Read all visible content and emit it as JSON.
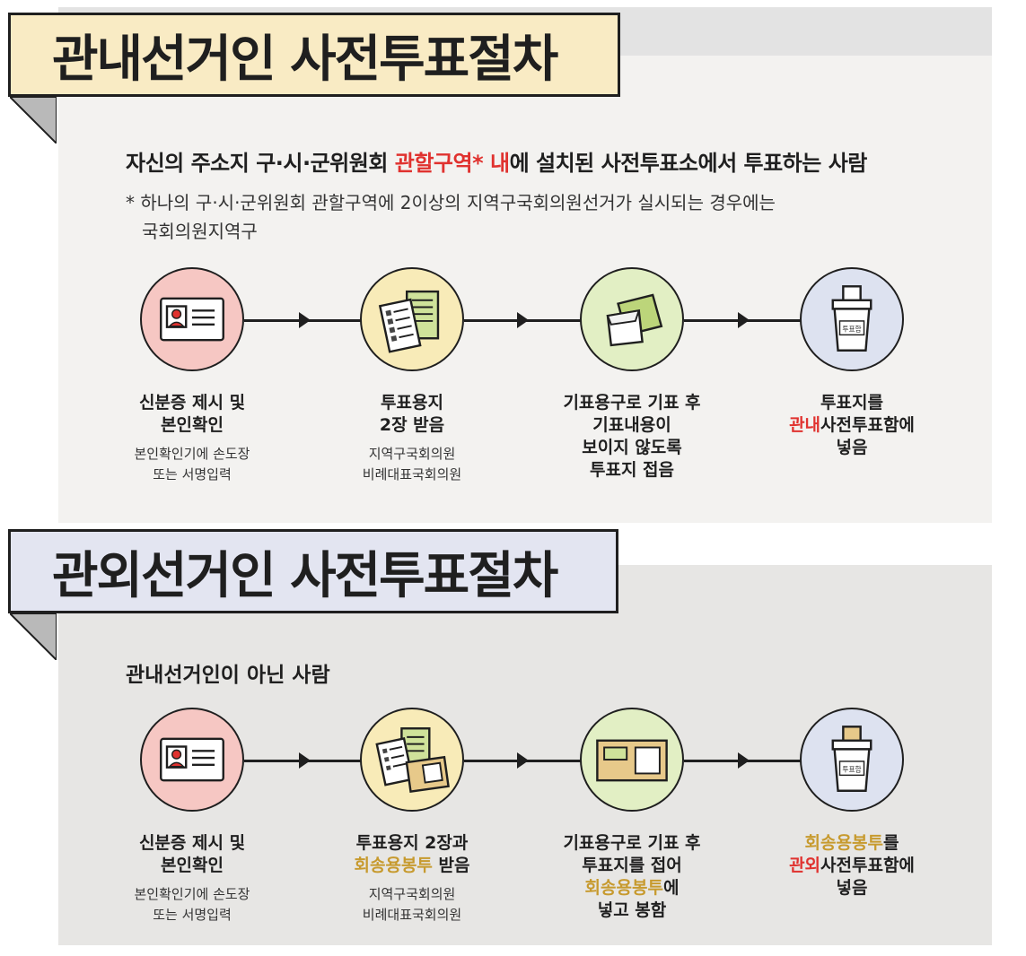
{
  "section_in": {
    "title": "관내선거인 사전투표절차",
    "desc_prefix": "자신의 주소지 구·시·군위원회 ",
    "desc_highlight": "관할구역* 내",
    "desc_suffix": "에 설치된 사전투표소에서 투표하는 사람",
    "note_line1": "* 하나의 구·시·군위원회 관할구역에 2이상의 지역구국회의원선거가 실시되는 경우에는",
    "note_line2": "국회의원지역구",
    "steps": [
      {
        "title_line1": "신분증 제시 및",
        "title_line2": "본인확인",
        "sub_line1": "본인확인기에 손도장",
        "sub_line2": "또는 서명입력"
      },
      {
        "title_line1": "투표용지",
        "title_line2": "2장 받음",
        "sub_line1": "지역구국회의원",
        "sub_line2": "비례대표국회의원"
      },
      {
        "title_line1": "기표용구로 기표 후",
        "title_line2": "기표내용이",
        "title_line3": "보이지 않도록",
        "title_line4": "투표지 접음"
      },
      {
        "title_line1": "투표지를",
        "title_line2_highlight": "관내",
        "title_line2_rest": "사전투표함에",
        "title_line3": "넣음"
      }
    ]
  },
  "section_out": {
    "title": "관외선거인 사전투표절차",
    "desc": "관내선거인이 아닌 사람",
    "steps": [
      {
        "title_line1": "신분증 제시 및",
        "title_line2": "본인확인",
        "sub_line1": "본인확인기에 손도장",
        "sub_line2": "또는 서명입력"
      },
      {
        "title_line1": "투표용지 2장과",
        "title_line2_highlight": "회송용봉투",
        "title_line2_rest": " 받음",
        "sub_line1": "지역구국회의원",
        "sub_line2": "비례대표국회의원"
      },
      {
        "title_line1": "기표용구로 기표 후",
        "title_line2": "투표지를 접어",
        "title_line3_highlight": "회송용봉투",
        "title_line3_rest": "에",
        "title_line4": "넣고 봉함"
      },
      {
        "title_line1_highlight": "회송용봉투",
        "title_line1_rest": "를",
        "title_line2_highlight": "관외",
        "title_line2_rest": "사전투표함에",
        "title_line3": "넣음"
      }
    ]
  },
  "icons": {
    "id_card": "id-card-icon",
    "ballot_papers": "ballot-papers-icon",
    "folded_ballot": "folded-ballot-icon",
    "ballot_box": "ballot-box-icon",
    "ballot_and_envelope": "ballot-envelope-icon",
    "envelope": "envelope-icon",
    "ballot_box_label": "투표함"
  },
  "colors": {
    "highlight_red": "#e0322f",
    "highlight_gold": "#c79a2e",
    "banner_top_bg": "#f9ebc4",
    "banner_bottom_bg": "#e3e5f1"
  }
}
